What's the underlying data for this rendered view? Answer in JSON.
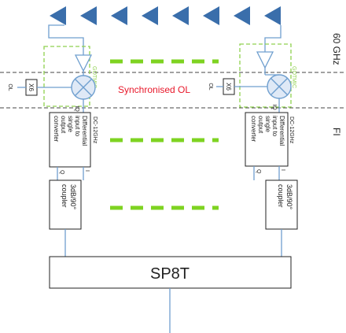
{
  "band_labels": {
    "mmwave": "60 GHz",
    "if": "FI"
  },
  "synchronised_label": "Synchronised OL",
  "multiplier_label": "X6",
  "lo_label": "OL",
  "mmic_label": "GOTMIC",
  "converter": {
    "band": "DC-12GHz",
    "lines": [
      "Differential",
      "input to",
      "single",
      "output",
      "converter"
    ]
  },
  "coupler": {
    "lines": [
      "3dB/90°",
      "coupler"
    ]
  },
  "port_labels": {
    "diff": "IQ",
    "q": "Q",
    "i": "I"
  },
  "switch_label": "SP8T",
  "antenna_count": 8,
  "colors": {
    "line": "#6f9fcf",
    "antenna": "#3a6eab",
    "dash_green": "#7ed321",
    "mmic_box": "#8fd14f",
    "sync_text": "#e8182a",
    "box_stroke": "#222222",
    "band_line": "#444444"
  }
}
